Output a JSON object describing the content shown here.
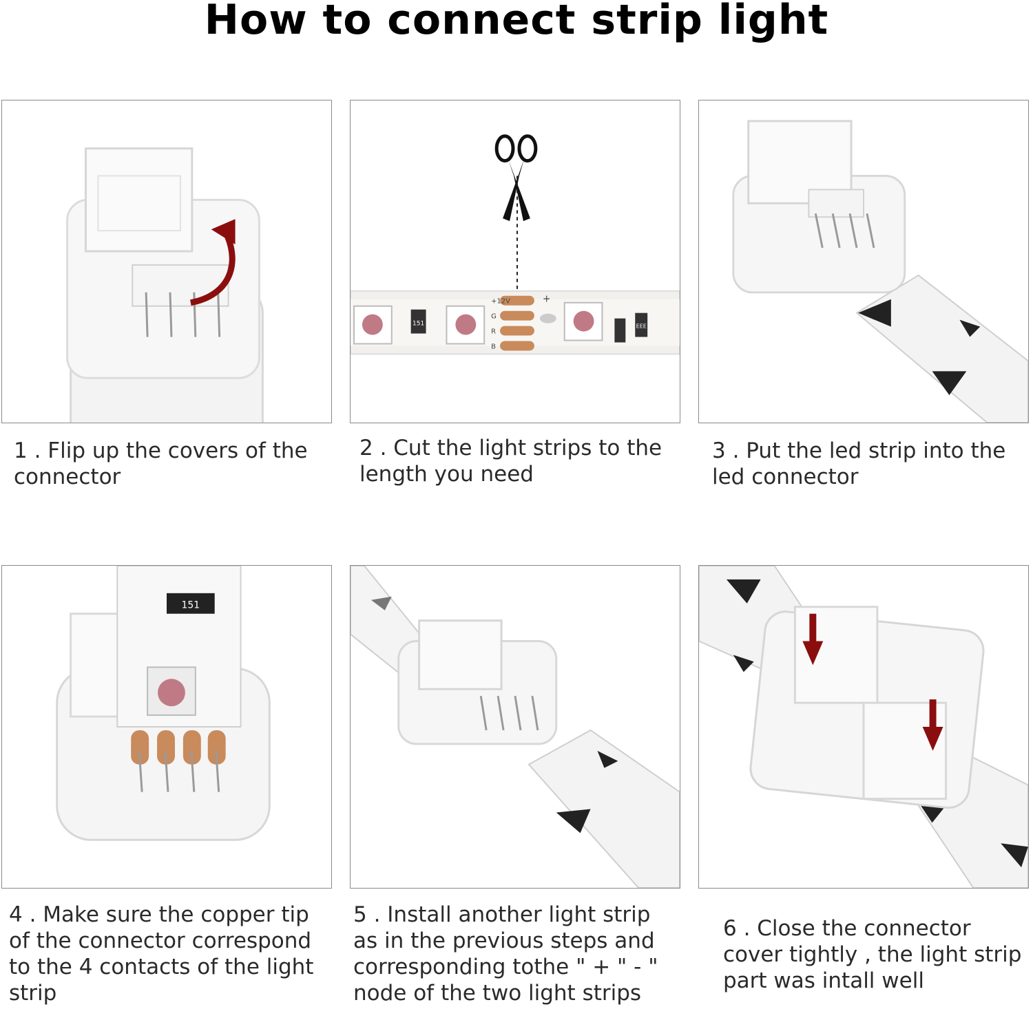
{
  "title": "How to connect strip light",
  "steps": [
    {
      "caption": "1 . Flip up the covers of the\nconnector"
    },
    {
      "caption": "2 . Cut the light strips to the\nlength you need"
    },
    {
      "caption": "3 . Put the led strip into the\nled connector"
    },
    {
      "caption": "4 . Make sure the copper tip\nof the connector correspond\nto the 4 contacts of the light\nstrip"
    },
    {
      "caption": "5 . Install another light strip\nas in the previous steps and\ncorresponding tothe \" + \" - \"\nnode of the two light strips"
    },
    {
      "caption": "6 . Close the connector\ncover tightly , the light strip\npart was intall well"
    }
  ],
  "strip_labels": {
    "pads": [
      "+12V",
      "G",
      "R",
      "B"
    ],
    "plus": "+",
    "resistor_a": "151",
    "resistor_b": "EEE"
  },
  "colors": {
    "arrow_red": "#8b0e0e",
    "copper": "#c98a5c",
    "led_pink": "#c07a86"
  }
}
